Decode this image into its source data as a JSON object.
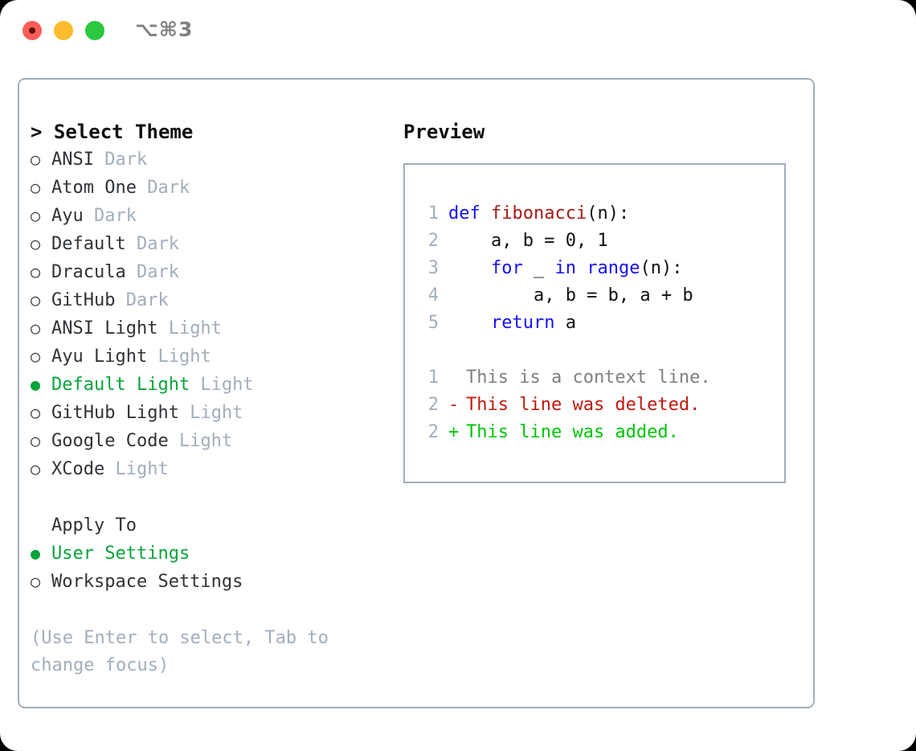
{
  "titlebar": {
    "shortcut": "⌥⌘3",
    "buttons": [
      {
        "name": "close",
        "color": "#fc5d57"
      },
      {
        "name": "minimize",
        "color": "#fdbc2e"
      },
      {
        "name": "maximize",
        "color": "#2bc840"
      }
    ]
  },
  "colors": {
    "selected_green": "#0aa33c",
    "muted": "#a3aebb",
    "border": "#a3aebb",
    "keyword_blue": "#1810f0",
    "function_red": "#a61b13",
    "diff_added": "#00c40a",
    "diff_deleted": "#c2180d",
    "diff_context": "#808080"
  },
  "theme_panel": {
    "header": "> Select Theme",
    "items": [
      {
        "bullet": "○",
        "name": "ANSI",
        "variant": "Dark",
        "selected": false
      },
      {
        "bullet": "○",
        "name": "Atom One",
        "variant": "Dark",
        "selected": false
      },
      {
        "bullet": "○",
        "name": "Ayu",
        "variant": "Dark",
        "selected": false
      },
      {
        "bullet": "○",
        "name": "Default",
        "variant": "Dark",
        "selected": false
      },
      {
        "bullet": "○",
        "name": "Dracula",
        "variant": "Dark",
        "selected": false
      },
      {
        "bullet": "○",
        "name": "GitHub",
        "variant": "Dark",
        "selected": false
      },
      {
        "bullet": "○",
        "name": "ANSI Light",
        "variant": "Light",
        "selected": false
      },
      {
        "bullet": "○",
        "name": "Ayu Light",
        "variant": "Light",
        "selected": false
      },
      {
        "bullet": "●",
        "name": "Default Light",
        "variant": "Light",
        "selected": true
      },
      {
        "bullet": "○",
        "name": "GitHub Light",
        "variant": "Light",
        "selected": false
      },
      {
        "bullet": "○",
        "name": "Google Code",
        "variant": "Light",
        "selected": false
      },
      {
        "bullet": "○",
        "name": "XCode",
        "variant": "Light",
        "selected": false
      }
    ]
  },
  "apply_to": {
    "header": "Apply To",
    "options": [
      {
        "bullet": "●",
        "label": "User Settings",
        "selected": true
      },
      {
        "bullet": "○",
        "label": "Workspace Settings",
        "selected": false
      }
    ]
  },
  "hint": "(Use Enter to select, Tab to change focus)",
  "preview": {
    "header": "Preview",
    "code_lines": [
      {
        "number": "1",
        "tokens": [
          {
            "text": "def ",
            "type": "kw"
          },
          {
            "text": "fibonacci",
            "type": "fn"
          },
          {
            "text": "(n):",
            "type": "pl"
          }
        ]
      },
      {
        "number": "2",
        "tokens": [
          {
            "text": "    a, b = 0, 1",
            "type": "pl"
          }
        ]
      },
      {
        "number": "3",
        "tokens": [
          {
            "text": "    ",
            "type": "pl"
          },
          {
            "text": "for",
            "type": "kw"
          },
          {
            "text": " _ ",
            "type": "pl"
          },
          {
            "text": "in",
            "type": "kw"
          },
          {
            "text": " ",
            "type": "pl"
          },
          {
            "text": "range",
            "type": "kw"
          },
          {
            "text": "(n):",
            "type": "pl"
          }
        ]
      },
      {
        "number": "4",
        "tokens": [
          {
            "text": "        a, b = b, a + b",
            "type": "pl"
          }
        ]
      },
      {
        "number": "5",
        "tokens": [
          {
            "text": "    ",
            "type": "pl"
          },
          {
            "text": "return",
            "type": "kw"
          },
          {
            "text": " a",
            "type": "pl"
          }
        ]
      }
    ],
    "diff_lines": [
      {
        "number": "1",
        "marker": " ",
        "text": "This is a context line.",
        "kind": "context"
      },
      {
        "number": "2",
        "marker": "-",
        "text": "This line was deleted.",
        "kind": "deleted"
      },
      {
        "number": "2",
        "marker": "+",
        "text": "This line was added.",
        "kind": "added"
      }
    ]
  }
}
